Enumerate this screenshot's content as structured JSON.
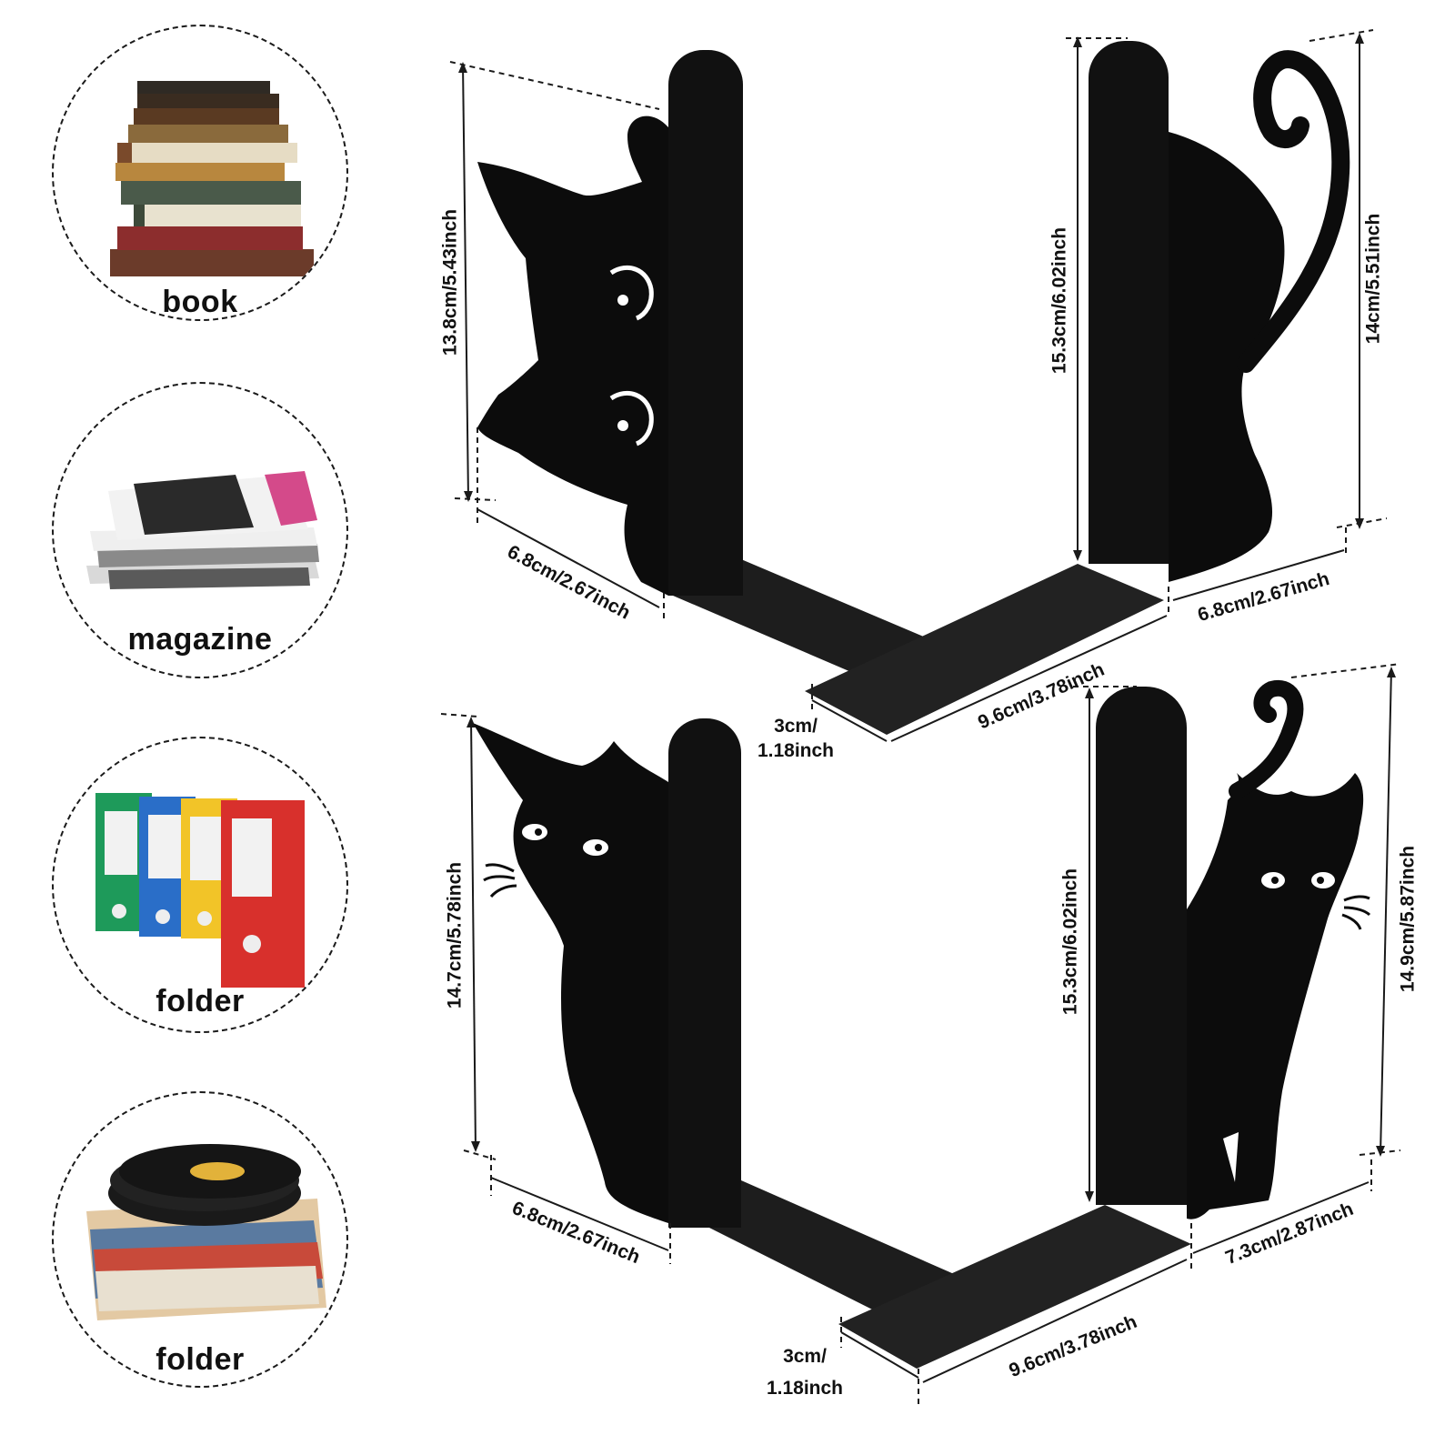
{
  "uses": [
    {
      "label": "book",
      "icon": "book-stack-icon"
    },
    {
      "label": "magazine",
      "icon": "magazine-stack-icon"
    },
    {
      "label": "folder",
      "icon": "binder-folders-icon"
    },
    {
      "label": "folder",
      "icon": "vinyl-records-icon"
    }
  ],
  "top_set": {
    "left_height": "13.8cm/5.43inch",
    "left_width": "6.8cm/2.67inch",
    "right_panel_height": "15.3cm/6.02inch",
    "right_height": "14cm/5.51inch",
    "right_width": "6.8cm/2.67inch",
    "base_length": "9.6cm/3.78inch",
    "base_width_line1": "3cm/",
    "base_width_line2": "1.18inch"
  },
  "bottom_set": {
    "left_height": "14.7cm/5.78inch",
    "left_width": "6.8cm/2.67inch",
    "right_panel_height": "15.3cm/6.02inch",
    "right_height": "14.9cm/5.87inch",
    "right_width": "7.3cm/2.87inch",
    "base_length": "9.6cm/3.78inch",
    "base_width_line1": "3cm/",
    "base_width_line2": "1.18inch"
  },
  "colors": {
    "metal": "#0c0c0c",
    "base": "#1c1c1c",
    "line": "#1a1a1a"
  }
}
